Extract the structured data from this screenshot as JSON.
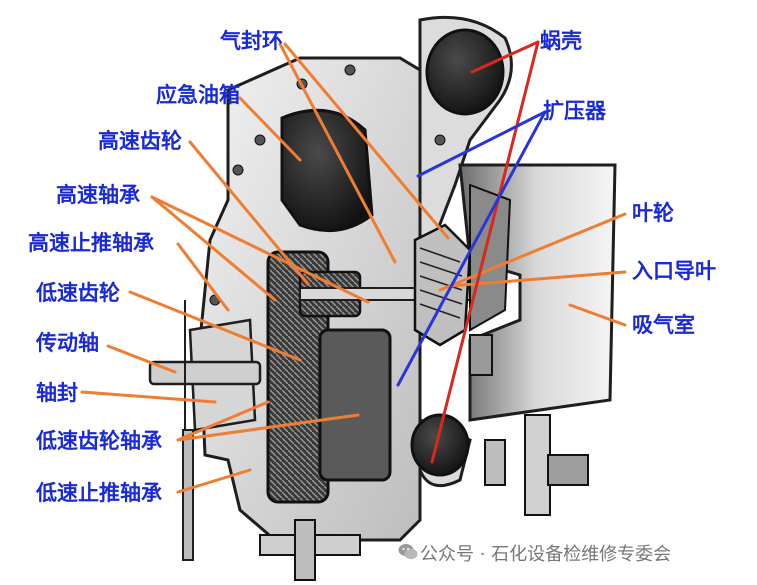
{
  "labels": {
    "gas_seal_ring": "气封环",
    "volute": "蜗壳",
    "emergency_oil_tank": "应急油箱",
    "diffuser": "扩压器",
    "high_speed_gear": "高速齿轮",
    "high_speed_bearing": "高速轴承",
    "impeller": "叶轮",
    "high_speed_thrust_bearing": "高速止推轴承",
    "inlet_guide_vane": "入口导叶",
    "low_speed_gear": "低速齿轮",
    "suction_chamber": "吸气室",
    "drive_shaft": "传动轴",
    "shaft_seal": "轴封",
    "low_speed_gear_bearing": "低速齿轮轴承",
    "low_speed_thrust_bearing": "低速止推轴承"
  },
  "watermark": "公众号 · 石化设备检维修专委会",
  "colors": {
    "label_text": "#1a2bd6",
    "leader_orange": "#ef7d32",
    "leader_red": "#d8281f",
    "leader_blue": "#2a35d8",
    "machine_dark": "#2b2b2b",
    "machine_light": "#e6e6e6"
  }
}
